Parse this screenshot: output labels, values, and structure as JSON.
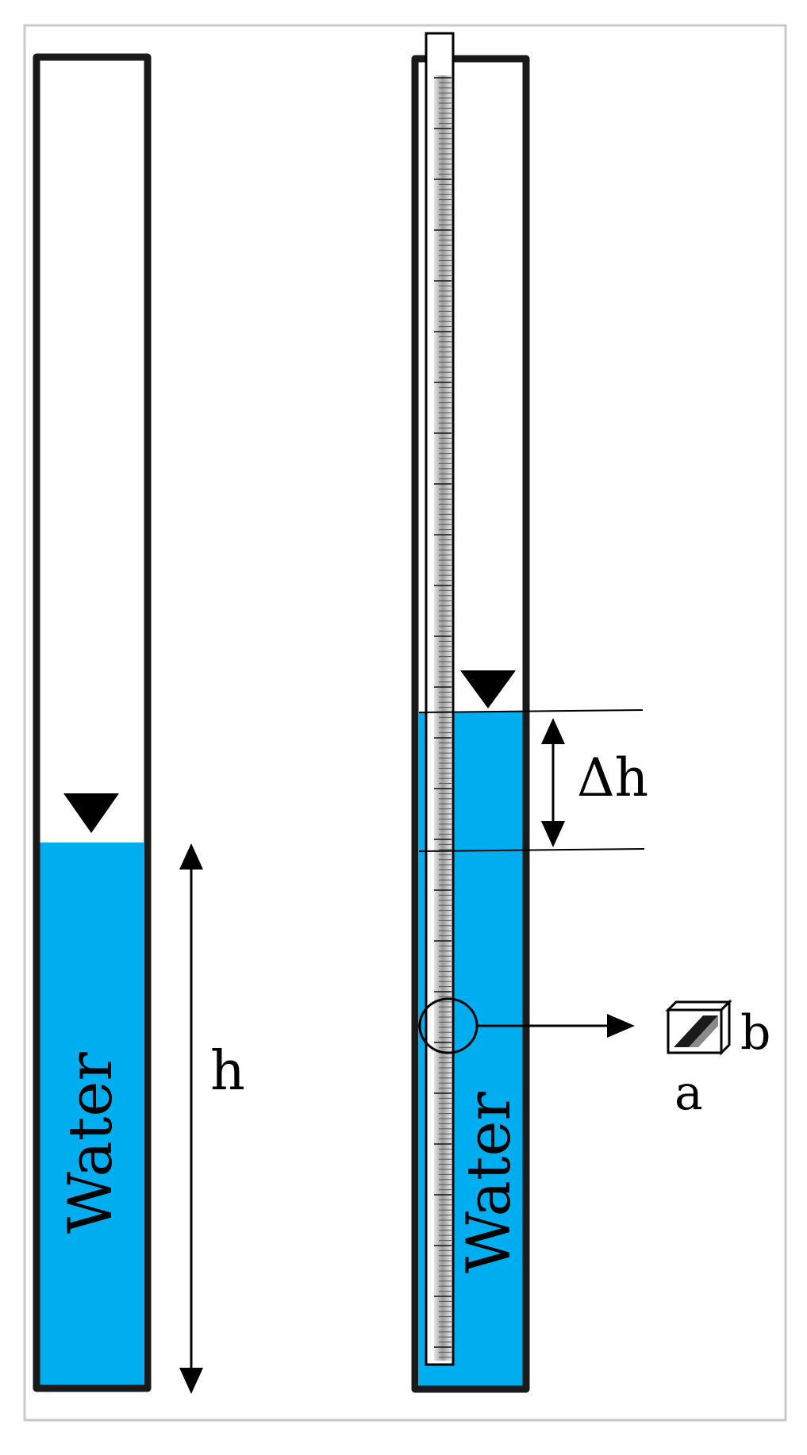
{
  "labels": {
    "left_liquid": "Water",
    "right_liquid": "Water",
    "height": "h",
    "delta_height": "Δh",
    "dim_a": "a",
    "dim_b": "b"
  },
  "colors": {
    "water": "#00AEEF",
    "tube_wall": "#1a1a1a",
    "frame": "#c8c8c8",
    "background": "#ffffff"
  }
}
